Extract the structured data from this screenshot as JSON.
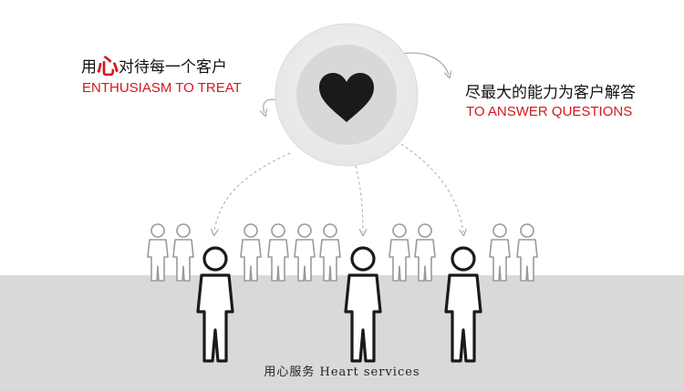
{
  "left": {
    "cn_prefix": "用",
    "cn_highlight": "心",
    "cn_suffix": "对待每一个客户",
    "en": "ENTHUSIASM TO TREAT"
  },
  "right": {
    "cn": "尽最大的能力为客户解答",
    "en": "TO ANSWER QUESTIONS"
  },
  "caption": "用心服务 Heart services",
  "colors": {
    "accent": "#d4171e",
    "floor": "#d9d9d9",
    "icon_dark": "#1a1a1a",
    "icon_light": "#9a9a9a"
  },
  "icons": [
    "heart-icon",
    "person-icon"
  ]
}
